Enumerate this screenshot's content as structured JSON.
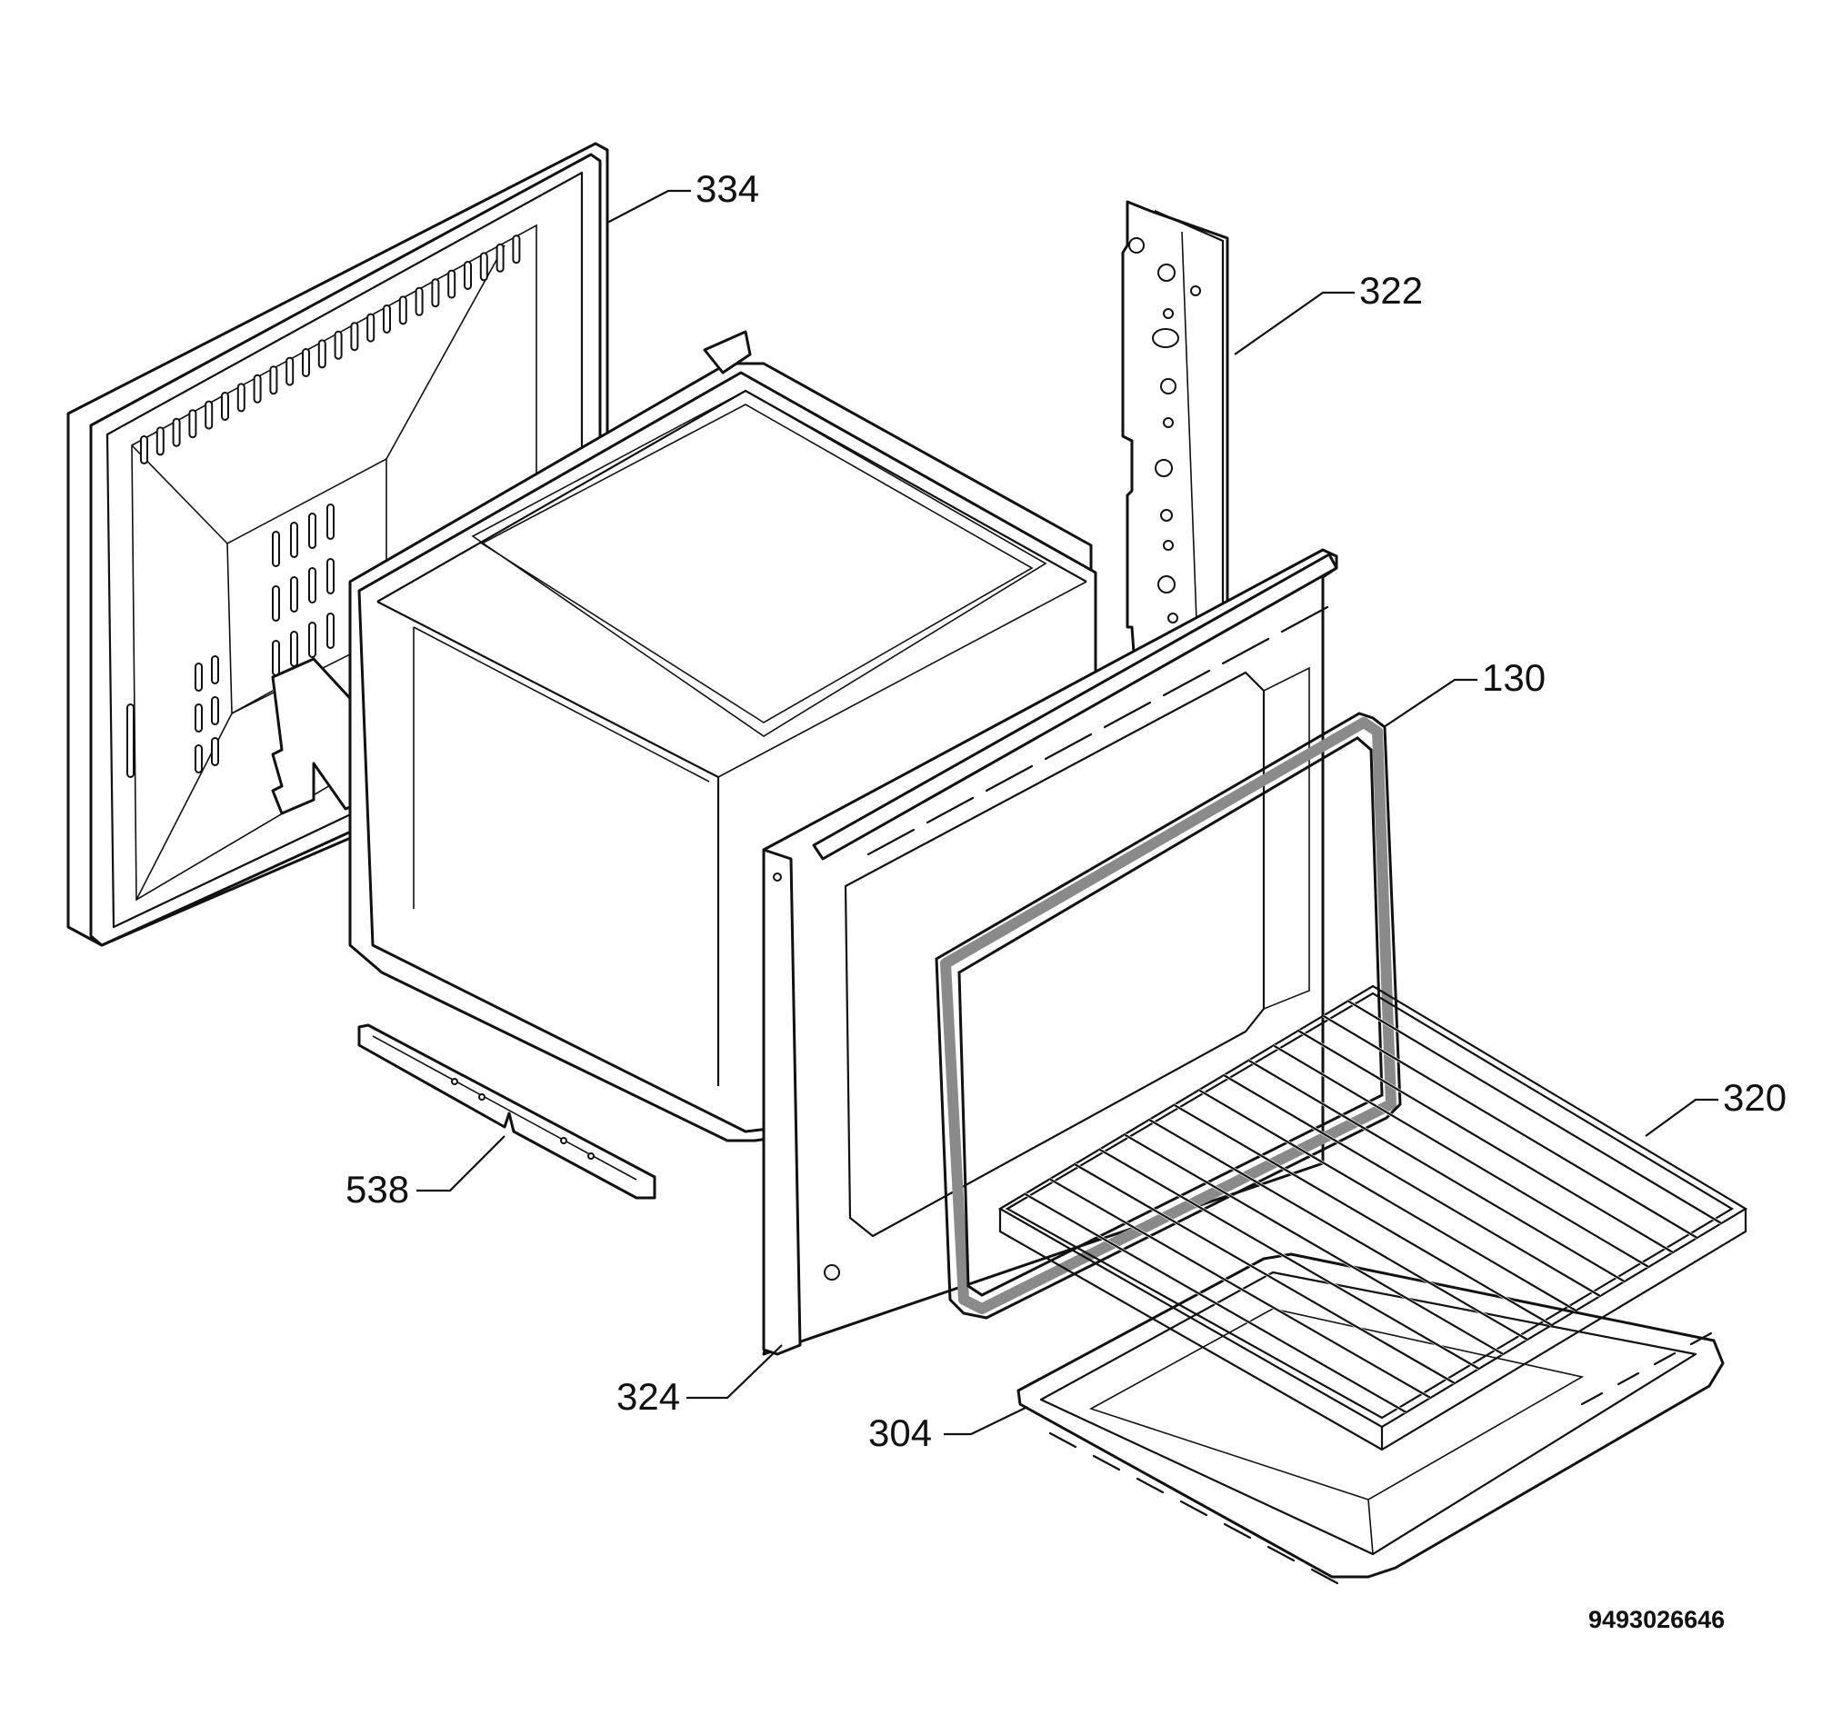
{
  "callouts": {
    "c334": "334",
    "c322": "322",
    "c130": "130",
    "c320": "320",
    "c538": "538",
    "c324": "324",
    "c304": "304"
  },
  "drawing_code": "9493026646",
  "colors": {
    "line": "#111111",
    "background": "#ffffff",
    "seal_shade": "#8a8a8a"
  }
}
